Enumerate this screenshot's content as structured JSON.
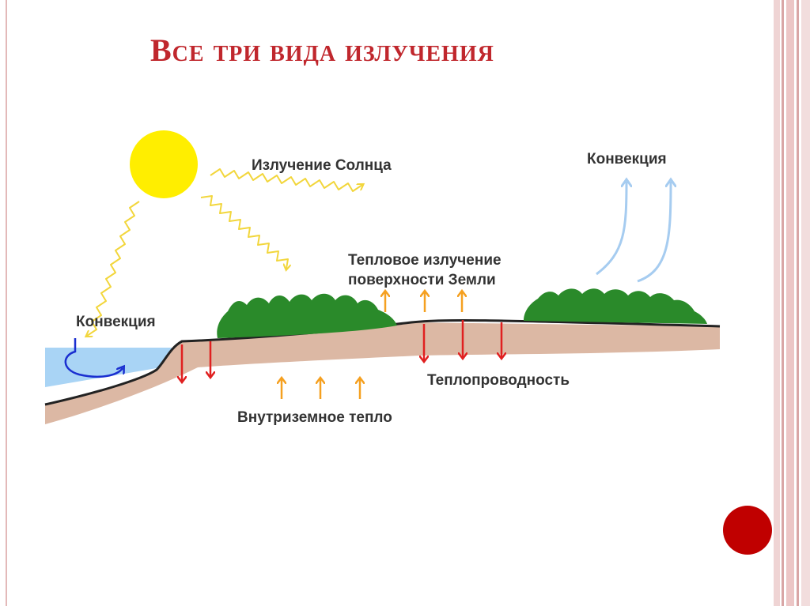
{
  "title": "Все три вида излучения",
  "labels": {
    "sun_radiation": "Излучение Солнца",
    "convection_right": "Конвекция",
    "thermal_line1": "Тепловое излучение",
    "thermal_line2": "поверхности Земли",
    "convection_left": "Конвекция",
    "conductivity": "Теплопроводность",
    "internal_heat": "Внутриземное тепло"
  },
  "colors": {
    "title": "#c0272d",
    "sun": "#ffee00",
    "sun_rays": "#f2d63c",
    "water": "#a9d4f5",
    "soil": "#dcb8a4",
    "forest": "#2a8a2a",
    "up_arrows": "#f5a020",
    "down_arrows": "#e02020",
    "convection_air": "#a6ccf0",
    "convection_water": "#1a2fd0",
    "accent_dot": "#c00000"
  }
}
